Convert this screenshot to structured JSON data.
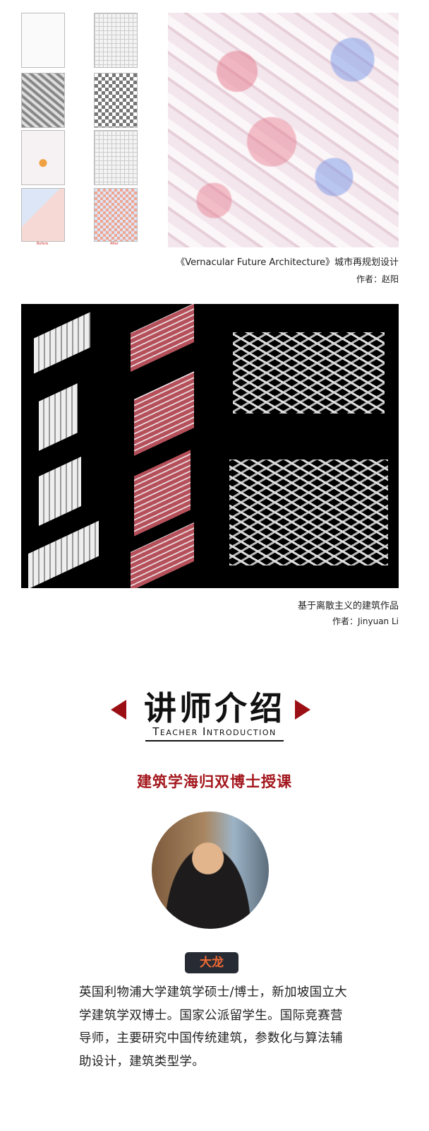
{
  "work1": {
    "before_label": "Before",
    "after_label": "After",
    "caption": "《Vernacular Future Architecture》城市再规划设计",
    "author": "作者：赵阳"
  },
  "work2": {
    "caption": "基于离散主义的建筑作品",
    "author": "作者：Jinyuan Li"
  },
  "section": {
    "title_cn": "讲师介绍",
    "title_en": "Teacher Introduction",
    "subtitle": "建筑学海归双博士授课"
  },
  "teacher": {
    "name": "大龙",
    "bio": "英国利物浦大学建筑学硕士/博士，新加坡国立大学建筑学双博士。国家公派留学生。国际竞赛营导师，主要研究中国传统建筑，参数化与算法辅助设计，建筑类型学。"
  },
  "colors": {
    "accent_red": "#a3161c",
    "badge_bg": "#272b33",
    "badge_text": "#f06a34"
  }
}
